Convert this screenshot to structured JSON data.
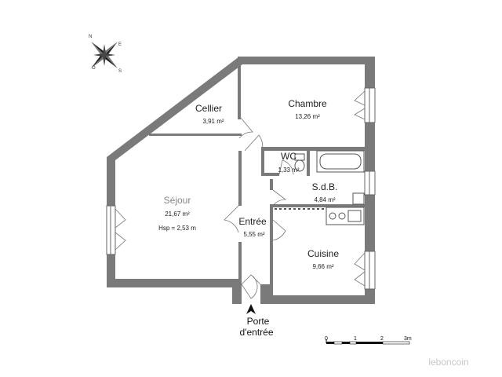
{
  "rooms": {
    "cellier": {
      "name": "Cellier",
      "area": "3,91 m²"
    },
    "chambre": {
      "name": "Chambre",
      "area": "13,26 m²"
    },
    "wc": {
      "name": "WC",
      "area": "1,33 m²"
    },
    "sdb": {
      "name": "S.d.B.",
      "area": "4,84 m²"
    },
    "sejour": {
      "name": "Séjour",
      "area": "21,67 m²",
      "hsp": "Hsp = 2,53 m"
    },
    "entree": {
      "name": "Entrée",
      "area": "5,55 m²"
    },
    "cuisine": {
      "name": "Cuisine",
      "area": "9,66 m²"
    }
  },
  "entry": {
    "line1": "Porte",
    "line2": "d'entrée"
  },
  "compass": {
    "n": "N",
    "e": "E",
    "s": "S",
    "o": "O"
  },
  "scale": {
    "labels": [
      "0",
      "1",
      "2",
      "3m"
    ]
  },
  "watermark": "leboncoin",
  "colors": {
    "wall": "#7a7a7a",
    "background": "#ffffff"
  }
}
